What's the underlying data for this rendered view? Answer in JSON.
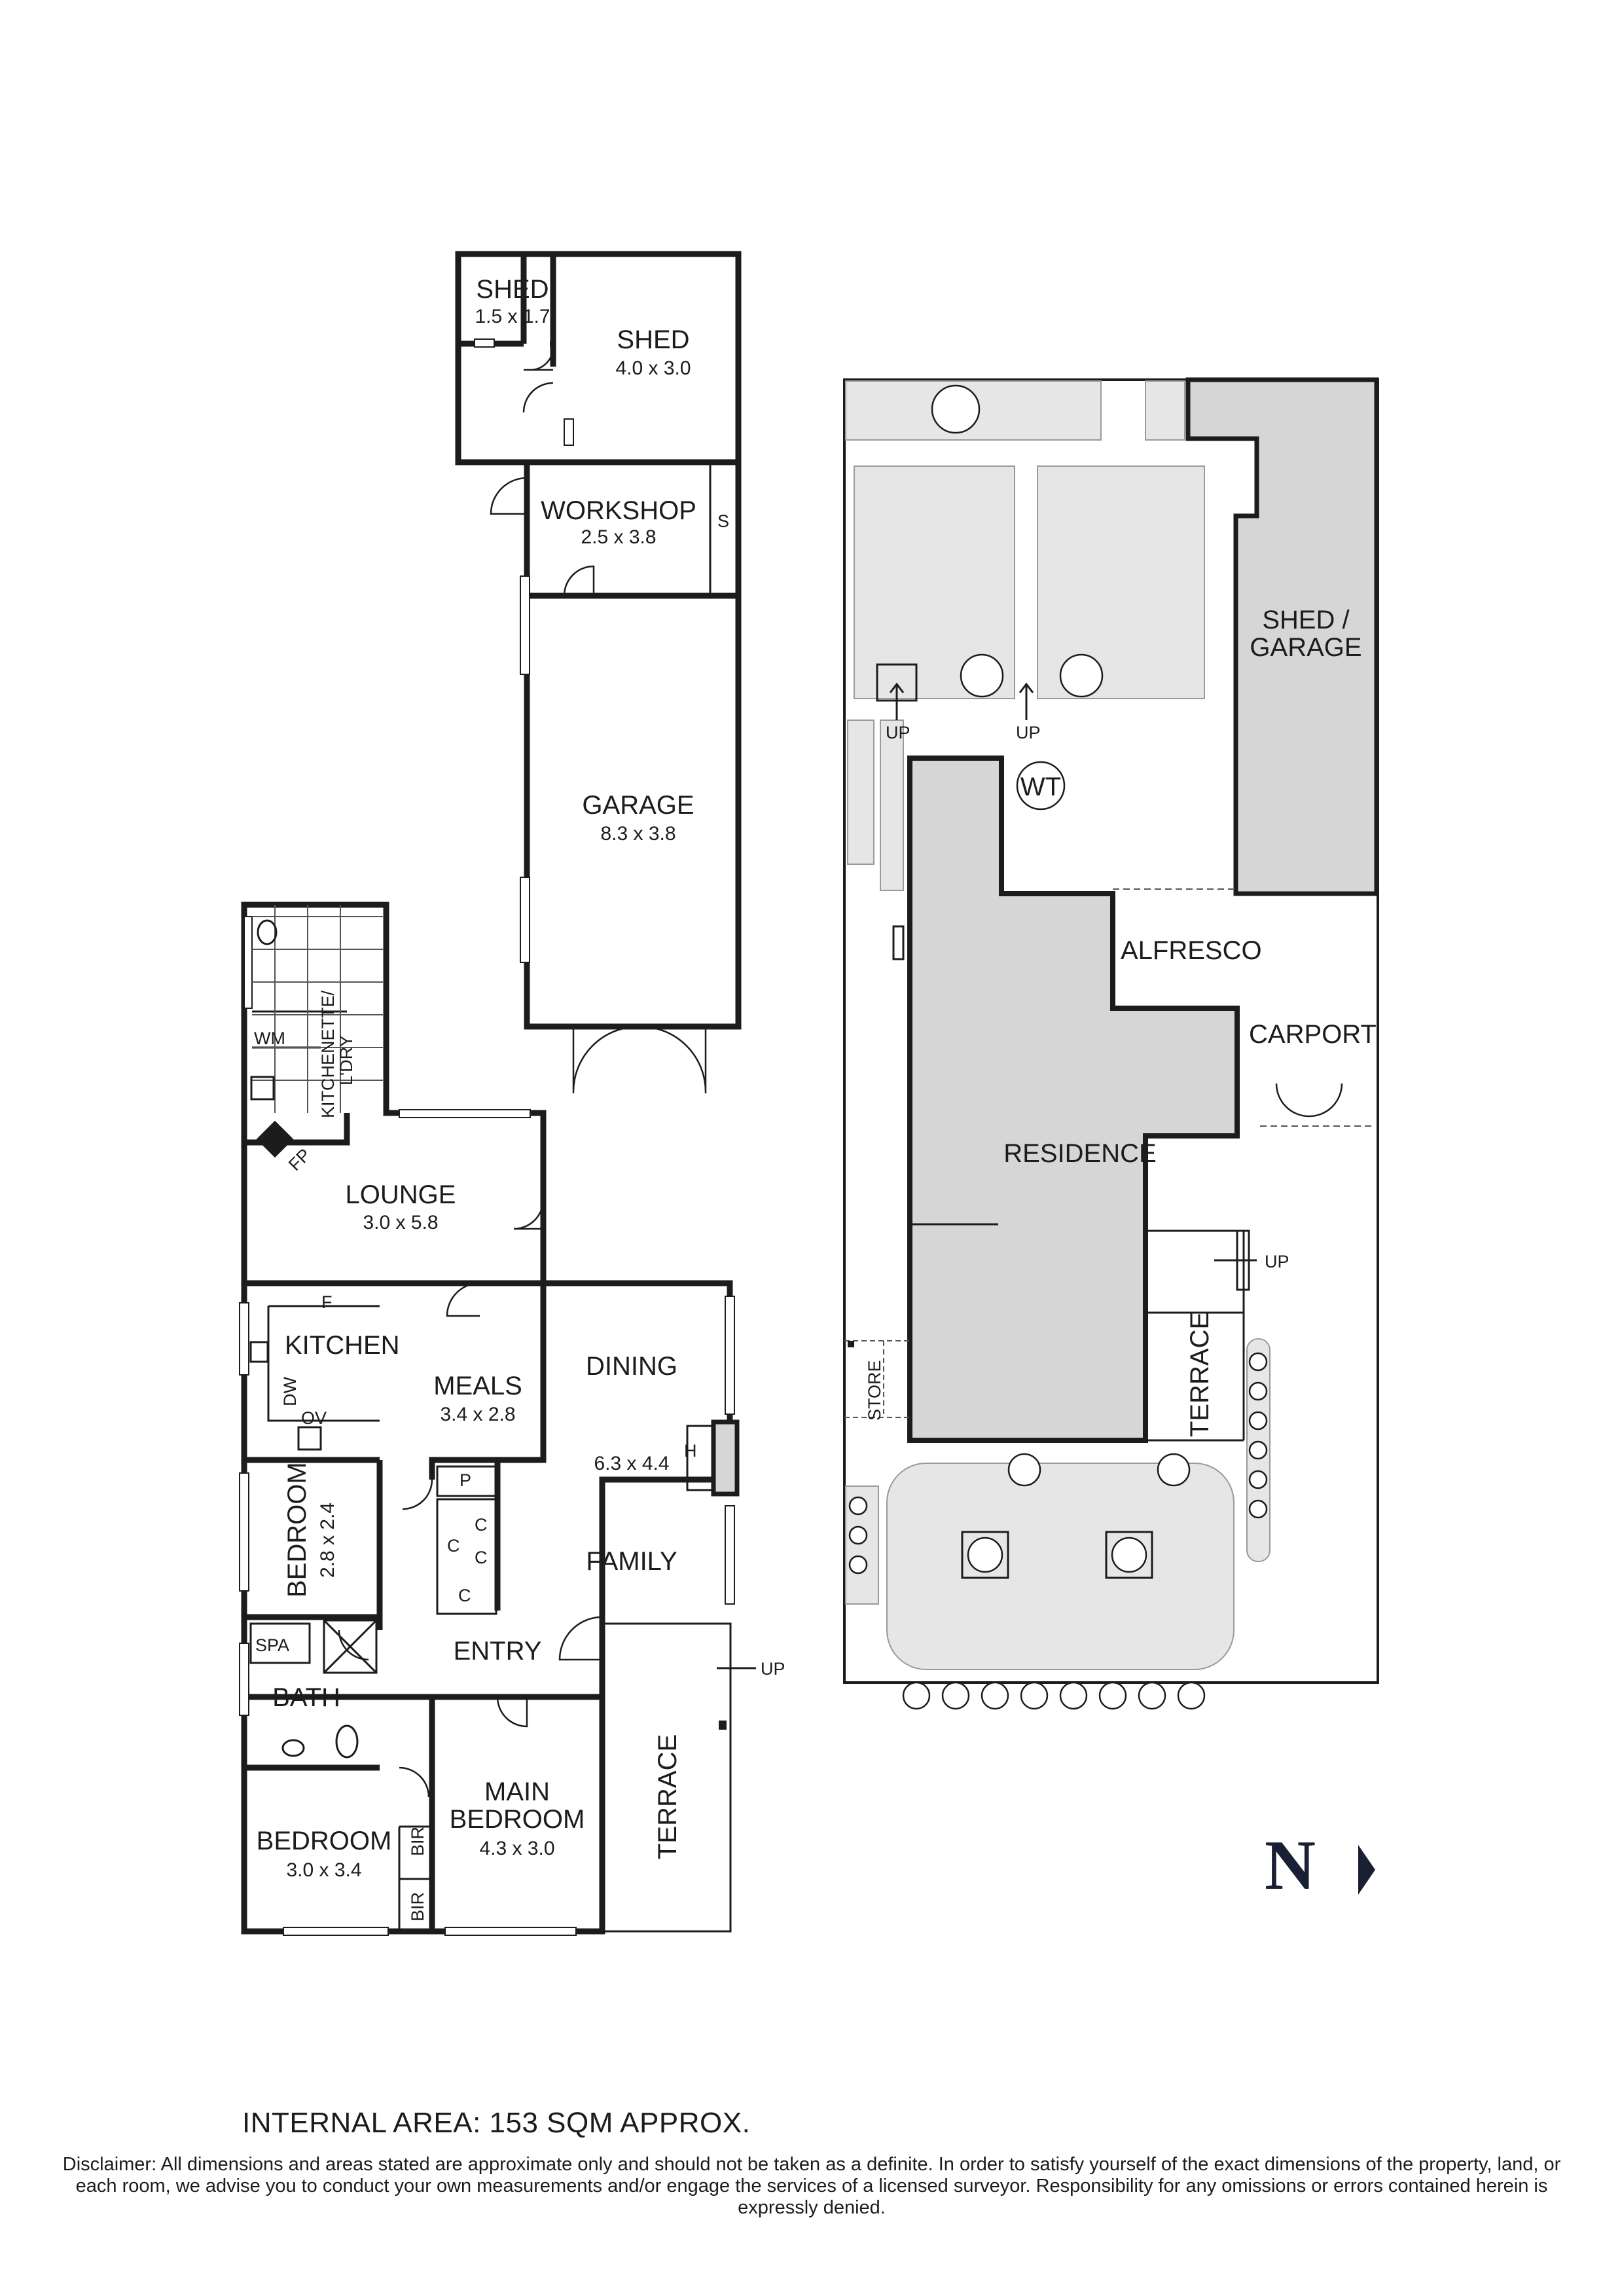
{
  "floor_plan": {
    "rooms": {
      "shed_small": {
        "name": "SHED",
        "dim": "1.5 x 1.7"
      },
      "shed": {
        "name": "SHED",
        "dim": "4.0 x 3.0"
      },
      "workshop": {
        "name": "WORKSHOP",
        "dim": "2.5 x 3.8",
        "store": "S"
      },
      "garage": {
        "name": "GARAGE",
        "dim": "8.3 x 3.8"
      },
      "kitchenette": {
        "name_1": "KITCHENETTE/",
        "name_2": "L'DRY"
      },
      "lounge": {
        "name": "LOUNGE",
        "dim": "3.0 x 5.8"
      },
      "kitchen": {
        "name": "KITCHEN"
      },
      "meals": {
        "name": "MEALS",
        "dim": "3.4 x 2.8"
      },
      "dining": {
        "name": "DINING"
      },
      "dining_family_dim": "6.3 x 4.4",
      "family": {
        "name": "FAMILY"
      },
      "bedroom_2": {
        "name": "BEDROOM",
        "dim": "2.8 x 2.4"
      },
      "bath": {
        "name": "BATH"
      },
      "entry": {
        "name": "ENTRY"
      },
      "bedroom_3": {
        "name": "BEDROOM",
        "dim": "3.0 x 3.4"
      },
      "main_bedroom": {
        "name_1": "MAIN",
        "name_2": "BEDROOM",
        "dim": "4.3 x 3.0"
      },
      "terrace": {
        "name": "TERRACE"
      }
    },
    "fixtures": {
      "wm": "WM",
      "fp": "FP",
      "fridge": "F",
      "dw": "DW",
      "ov": "OV",
      "pantry": "P",
      "cupboard": "C",
      "heater": "H",
      "spa": "SPA",
      "bir": "BIR",
      "up": "UP"
    }
  },
  "site_plan": {
    "shed_garage_1": "SHED /",
    "shed_garage_2": "GARAGE",
    "wt": "WT",
    "alfresco": "ALFRESCO",
    "carport": "CARPORT",
    "residence": "RESIDENCE",
    "store": "STORE",
    "terrace": "TERRACE",
    "up": "UP"
  },
  "compass": {
    "letter": "N",
    "icon": "north-arrow-icon"
  },
  "internal_area": "INTERNAL AREA: 153 SQM APPROX.",
  "disclaimer": "Disclaimer: All dimensions and areas stated are approximate only and should not be taken as a definite. In order to satisfy yourself of the exact dimensions of the property, land, or each room, we advise you to conduct your own measurements and/or engage the services of a licensed surveyor. Responsibility for any omissions or errors contained herein is expressly denied."
}
